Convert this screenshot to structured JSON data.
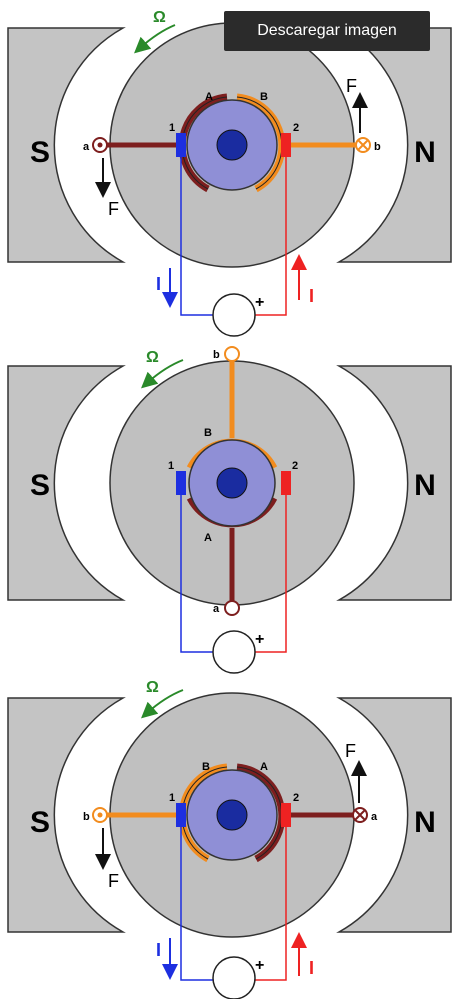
{
  "header": {
    "download_label": "Descaregar imagen"
  },
  "colors": {
    "magnet": "#c4c4c4",
    "armature": "#c0c0c0",
    "commutator": "#8f8fd6",
    "shaft": "#1a2ca0",
    "coil_a": "#7d1e1e",
    "coil_b": "#f28c1e",
    "brush_neg": "#1d2fe0",
    "brush_pos": "#ee2222",
    "omega": "#2a8a2a"
  },
  "panels": [
    {
      "pole_s": "S",
      "pole_n": "N",
      "omega": "Ω",
      "brush1": "1",
      "brush2": "2",
      "seg_top_left": "A",
      "seg_top_right": "B",
      "left_end": "a",
      "right_end": "b",
      "force_left": "F",
      "force_right": "F",
      "plus": "+",
      "current_left": "I",
      "current_right": "I"
    },
    {
      "pole_s": "S",
      "pole_n": "N",
      "omega": "Ω",
      "brush1": "1",
      "brush2": "2",
      "seg_top": "B",
      "seg_bottom": "A",
      "top_end": "b",
      "bottom_end": "a",
      "plus": "+"
    },
    {
      "pole_s": "S",
      "pole_n": "N",
      "omega": "Ω",
      "brush1": "1",
      "brush2": "2",
      "seg_top_left": "B",
      "seg_top_right": "A",
      "left_end": "b",
      "right_end": "a",
      "force_left": "F",
      "force_right": "F",
      "plus": "+",
      "current_left": "I",
      "current_right": "I"
    }
  ]
}
